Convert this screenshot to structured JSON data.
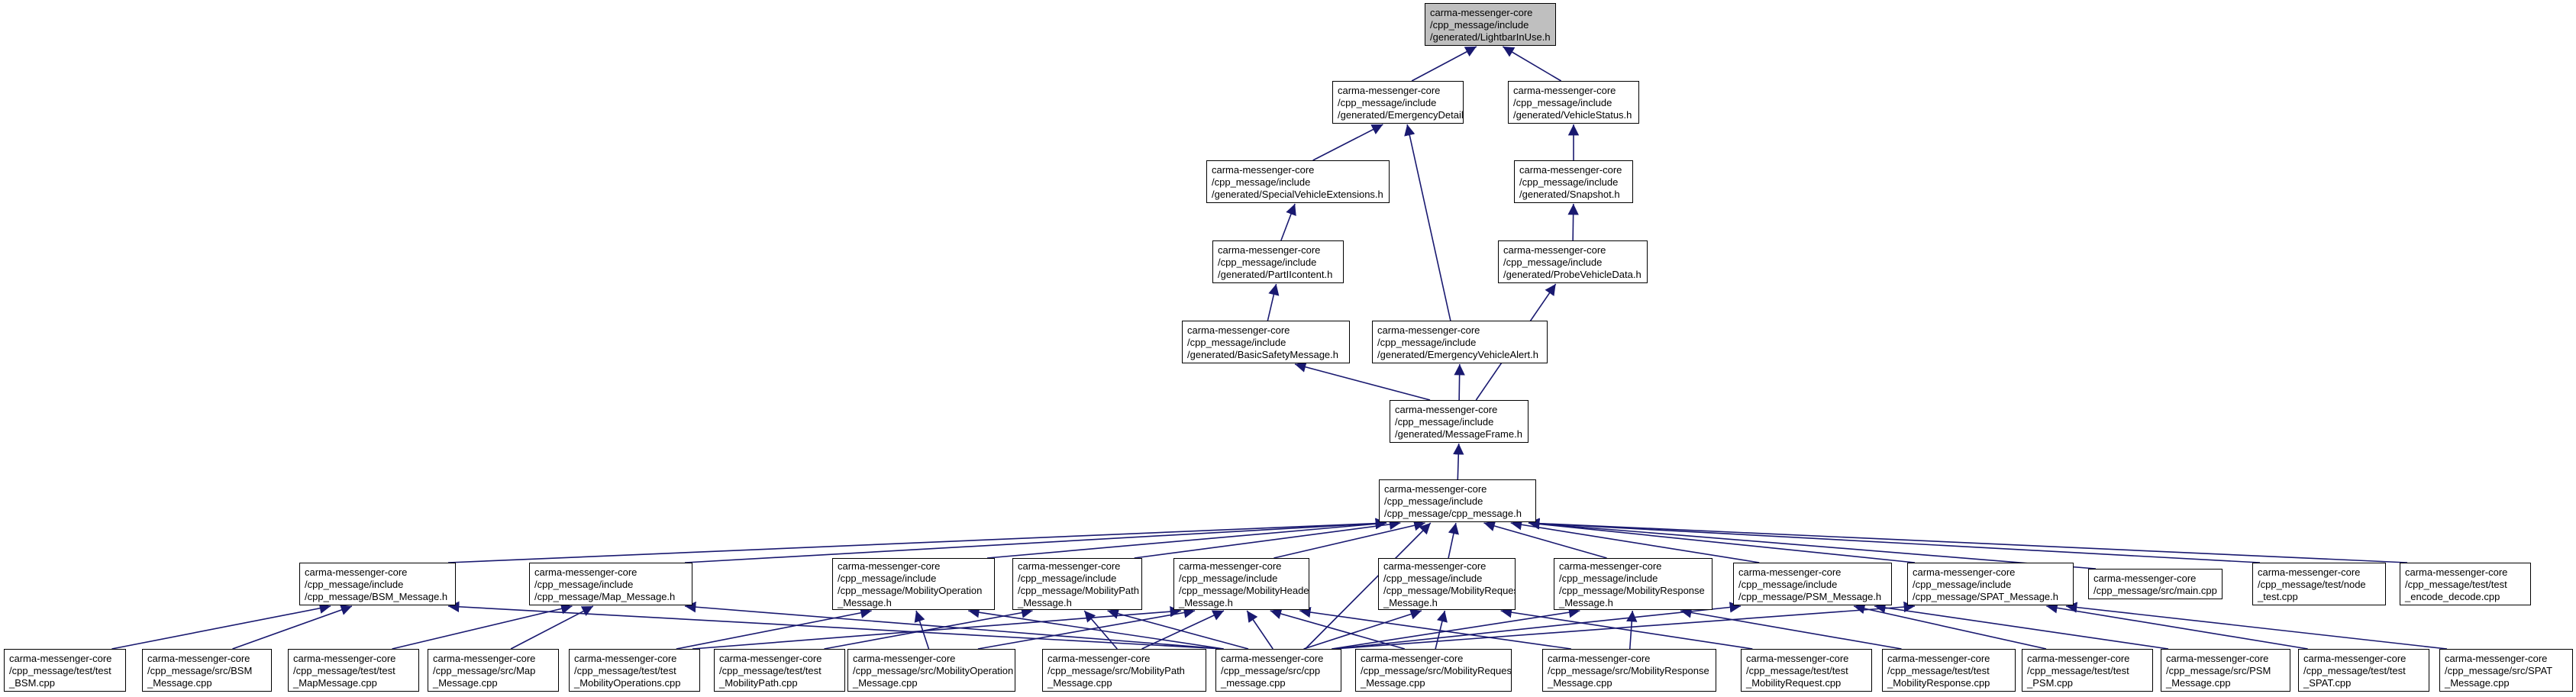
{
  "graph": {
    "nodes": [
      {
        "id": "lightbar",
        "lines": [
          "carma-messenger-core",
          "/cpp_message/include",
          "/generated/LightbarInUse.h"
        ],
        "root": true
      },
      {
        "id": "emergency_details",
        "lines": [
          "carma-messenger-core",
          "/cpp_message/include",
          "/generated/EmergencyDetails.h"
        ]
      },
      {
        "id": "vehicle_status",
        "lines": [
          "carma-messenger-core",
          "/cpp_message/include",
          "/generated/VehicleStatus.h"
        ]
      },
      {
        "id": "special_vehicle_ext",
        "lines": [
          "carma-messenger-core",
          "/cpp_message/include",
          "/generated/SpecialVehicleExtensions.h"
        ]
      },
      {
        "id": "snapshot",
        "lines": [
          "carma-messenger-core",
          "/cpp_message/include",
          "/generated/Snapshot.h"
        ]
      },
      {
        "id": "partiicontent",
        "lines": [
          "carma-messenger-core",
          "/cpp_message/include",
          "/generated/PartIIcontent.h"
        ]
      },
      {
        "id": "probe_vehicle_data",
        "lines": [
          "carma-messenger-core",
          "/cpp_message/include",
          "/generated/ProbeVehicleData.h"
        ]
      },
      {
        "id": "basic_safety_message",
        "lines": [
          "carma-messenger-core",
          "/cpp_message/include",
          "/generated/BasicSafetyMessage.h"
        ]
      },
      {
        "id": "emergency_vehicle_alert",
        "lines": [
          "carma-messenger-core",
          "/cpp_message/include",
          "/generated/EmergencyVehicleAlert.h"
        ]
      },
      {
        "id": "message_frame",
        "lines": [
          "carma-messenger-core",
          "/cpp_message/include",
          "/generated/MessageFrame.h"
        ]
      },
      {
        "id": "cpp_message_h",
        "lines": [
          "carma-messenger-core",
          "/cpp_message/include",
          "/cpp_message/cpp_message.h"
        ]
      },
      {
        "id": "bsm_message_h",
        "lines": [
          "carma-messenger-core",
          "/cpp_message/include",
          "/cpp_message/BSM_Message.h"
        ]
      },
      {
        "id": "map_message_h",
        "lines": [
          "carma-messenger-core",
          "/cpp_message/include",
          "/cpp_message/Map_Message.h"
        ]
      },
      {
        "id": "mobility_operation_h",
        "lines": [
          "carma-messenger-core",
          "/cpp_message/include",
          "/cpp_message/MobilityOperation",
          "_Message.h"
        ]
      },
      {
        "id": "mobility_path_h",
        "lines": [
          "carma-messenger-core",
          "/cpp_message/include",
          "/cpp_message/MobilityPath",
          "_Message.h"
        ]
      },
      {
        "id": "mobility_header_h",
        "lines": [
          "carma-messenger-core",
          "/cpp_message/include",
          "/cpp_message/MobilityHeader",
          "_Message.h"
        ]
      },
      {
        "id": "mobility_request_h",
        "lines": [
          "carma-messenger-core",
          "/cpp_message/include",
          "/cpp_message/MobilityRequest",
          "_Message.h"
        ]
      },
      {
        "id": "mobility_response_h",
        "lines": [
          "carma-messenger-core",
          "/cpp_message/include",
          "/cpp_message/MobilityResponse",
          "_Message.h"
        ]
      },
      {
        "id": "psm_message_h",
        "lines": [
          "carma-messenger-core",
          "/cpp_message/include",
          "/cpp_message/PSM_Message.h"
        ]
      },
      {
        "id": "spat_message_h",
        "lines": [
          "carma-messenger-core",
          "/cpp_message/include",
          "/cpp_message/SPAT_Message.h"
        ]
      },
      {
        "id": "main_cpp",
        "lines": [
          "carma-messenger-core",
          "/cpp_message/src/main.cpp"
        ]
      },
      {
        "id": "node_test_cpp",
        "lines": [
          "carma-messenger-core",
          "/cpp_message/test/node",
          "_test.cpp"
        ]
      },
      {
        "id": "test_encode_decode_cpp",
        "lines": [
          "carma-messenger-core",
          "/cpp_message/test/test",
          "_encode_decode.cpp"
        ]
      },
      {
        "id": "test_bsm_cpp",
        "lines": [
          "carma-messenger-core",
          "/cpp_message/test/test",
          "_BSM.cpp"
        ]
      },
      {
        "id": "src_bsm_cpp",
        "lines": [
          "carma-messenger-core",
          "/cpp_message/src/BSM",
          "_Message.cpp"
        ]
      },
      {
        "id": "test_map_cpp",
        "lines": [
          "carma-messenger-core",
          "/cpp_message/test/test",
          "_MapMessage.cpp"
        ]
      },
      {
        "id": "src_map_cpp",
        "lines": [
          "carma-messenger-core",
          "/cpp_message/src/Map",
          "_Message.cpp"
        ]
      },
      {
        "id": "test_mobility_operations_cpp",
        "lines": [
          "carma-messenger-core",
          "/cpp_message/test/test",
          "_MobilityOperations.cpp"
        ]
      },
      {
        "id": "test_mobility_path_cpp",
        "lines": [
          "carma-messenger-core",
          "/cpp_message/test/test",
          "_MobilityPath.cpp"
        ]
      },
      {
        "id": "src_mobility_operation_cpp",
        "lines": [
          "carma-messenger-core",
          "/cpp_message/src/MobilityOperation",
          "_Message.cpp"
        ]
      },
      {
        "id": "src_mobility_path_cpp",
        "lines": [
          "carma-messenger-core",
          "/cpp_message/src/MobilityPath",
          "_Message.cpp"
        ]
      },
      {
        "id": "src_cpp_message_cpp",
        "lines": [
          "carma-messenger-core",
          "/cpp_message/src/cpp",
          "_message.cpp"
        ]
      },
      {
        "id": "src_mobility_request_cpp",
        "lines": [
          "carma-messenger-core",
          "/cpp_message/src/MobilityRequest",
          "_Message.cpp"
        ]
      },
      {
        "id": "src_mobility_response_cpp",
        "lines": [
          "carma-messenger-core",
          "/cpp_message/src/MobilityResponse",
          "_Message.cpp"
        ]
      },
      {
        "id": "test_mobility_request_cpp",
        "lines": [
          "carma-messenger-core",
          "/cpp_message/test/test",
          "_MobilityRequest.cpp"
        ]
      },
      {
        "id": "test_mobility_response_cpp",
        "lines": [
          "carma-messenger-core",
          "/cpp_message/test/test",
          "_MobilityResponse.cpp"
        ]
      },
      {
        "id": "test_psm_cpp",
        "lines": [
          "carma-messenger-core",
          "/cpp_message/test/test",
          "_PSM.cpp"
        ]
      },
      {
        "id": "src_psm_cpp",
        "lines": [
          "carma-messenger-core",
          "/cpp_message/src/PSM",
          "_Message.cpp"
        ]
      },
      {
        "id": "test_spat_cpp",
        "lines": [
          "carma-messenger-core",
          "/cpp_message/test/test",
          "_SPAT.cpp"
        ]
      },
      {
        "id": "src_spat_cpp",
        "lines": [
          "carma-messenger-core",
          "/cpp_message/src/SPAT",
          "_Message.cpp"
        ]
      }
    ],
    "edges": [
      [
        "emergency_details",
        "lightbar"
      ],
      [
        "vehicle_status",
        "lightbar"
      ],
      [
        "special_vehicle_ext",
        "emergency_details"
      ],
      [
        "emergency_vehicle_alert",
        "emergency_details"
      ],
      [
        "snapshot",
        "vehicle_status"
      ],
      [
        "partiicontent",
        "special_vehicle_ext"
      ],
      [
        "probe_vehicle_data",
        "snapshot"
      ],
      [
        "basic_safety_message",
        "partiicontent"
      ],
      [
        "message_frame",
        "basic_safety_message"
      ],
      [
        "message_frame",
        "emergency_vehicle_alert"
      ],
      [
        "message_frame",
        "probe_vehicle_data"
      ],
      [
        "cpp_message_h",
        "message_frame"
      ],
      [
        "bsm_message_h",
        "cpp_message_h"
      ],
      [
        "map_message_h",
        "cpp_message_h"
      ],
      [
        "mobility_operation_h",
        "cpp_message_h"
      ],
      [
        "mobility_path_h",
        "cpp_message_h"
      ],
      [
        "mobility_header_h",
        "cpp_message_h"
      ],
      [
        "mobility_request_h",
        "cpp_message_h"
      ],
      [
        "mobility_response_h",
        "cpp_message_h"
      ],
      [
        "psm_message_h",
        "cpp_message_h"
      ],
      [
        "spat_message_h",
        "cpp_message_h"
      ],
      [
        "main_cpp",
        "cpp_message_h"
      ],
      [
        "node_test_cpp",
        "cpp_message_h"
      ],
      [
        "test_encode_decode_cpp",
        "cpp_message_h"
      ],
      [
        "src_cpp_message_cpp",
        "cpp_message_h"
      ],
      [
        "test_bsm_cpp",
        "bsm_message_h"
      ],
      [
        "src_bsm_cpp",
        "bsm_message_h"
      ],
      [
        "src_cpp_message_cpp",
        "bsm_message_h"
      ],
      [
        "test_map_cpp",
        "map_message_h"
      ],
      [
        "src_map_cpp",
        "map_message_h"
      ],
      [
        "src_cpp_message_cpp",
        "map_message_h"
      ],
      [
        "test_mobility_operations_cpp",
        "mobility_operation_h"
      ],
      [
        "src_mobility_operation_cpp",
        "mobility_operation_h"
      ],
      [
        "src_cpp_message_cpp",
        "mobility_operation_h"
      ],
      [
        "test_mobility_path_cpp",
        "mobility_path_h"
      ],
      [
        "src_mobility_path_cpp",
        "mobility_path_h"
      ],
      [
        "src_cpp_message_cpp",
        "mobility_path_h"
      ],
      [
        "src_mobility_operation_cpp",
        "mobility_header_h"
      ],
      [
        "src_mobility_path_cpp",
        "mobility_header_h"
      ],
      [
        "src_cpp_message_cpp",
        "mobility_header_h"
      ],
      [
        "src_mobility_request_cpp",
        "mobility_header_h"
      ],
      [
        "src_mobility_response_cpp",
        "mobility_header_h"
      ],
      [
        "test_mobility_operations_cpp",
        "mobility_header_h"
      ],
      [
        "src_mobility_request_cpp",
        "mobility_request_h"
      ],
      [
        "src_cpp_message_cpp",
        "mobility_request_h"
      ],
      [
        "test_mobility_request_cpp",
        "mobility_request_h"
      ],
      [
        "src_mobility_response_cpp",
        "mobility_response_h"
      ],
      [
        "src_cpp_message_cpp",
        "mobility_response_h"
      ],
      [
        "test_mobility_response_cpp",
        "mobility_response_h"
      ],
      [
        "test_psm_cpp",
        "psm_message_h"
      ],
      [
        "src_psm_cpp",
        "psm_message_h"
      ],
      [
        "src_cpp_message_cpp",
        "psm_message_h"
      ],
      [
        "test_spat_cpp",
        "spat_message_h"
      ],
      [
        "src_spat_cpp",
        "spat_message_h"
      ],
      [
        "src_cpp_message_cpp",
        "spat_message_h"
      ]
    ]
  }
}
